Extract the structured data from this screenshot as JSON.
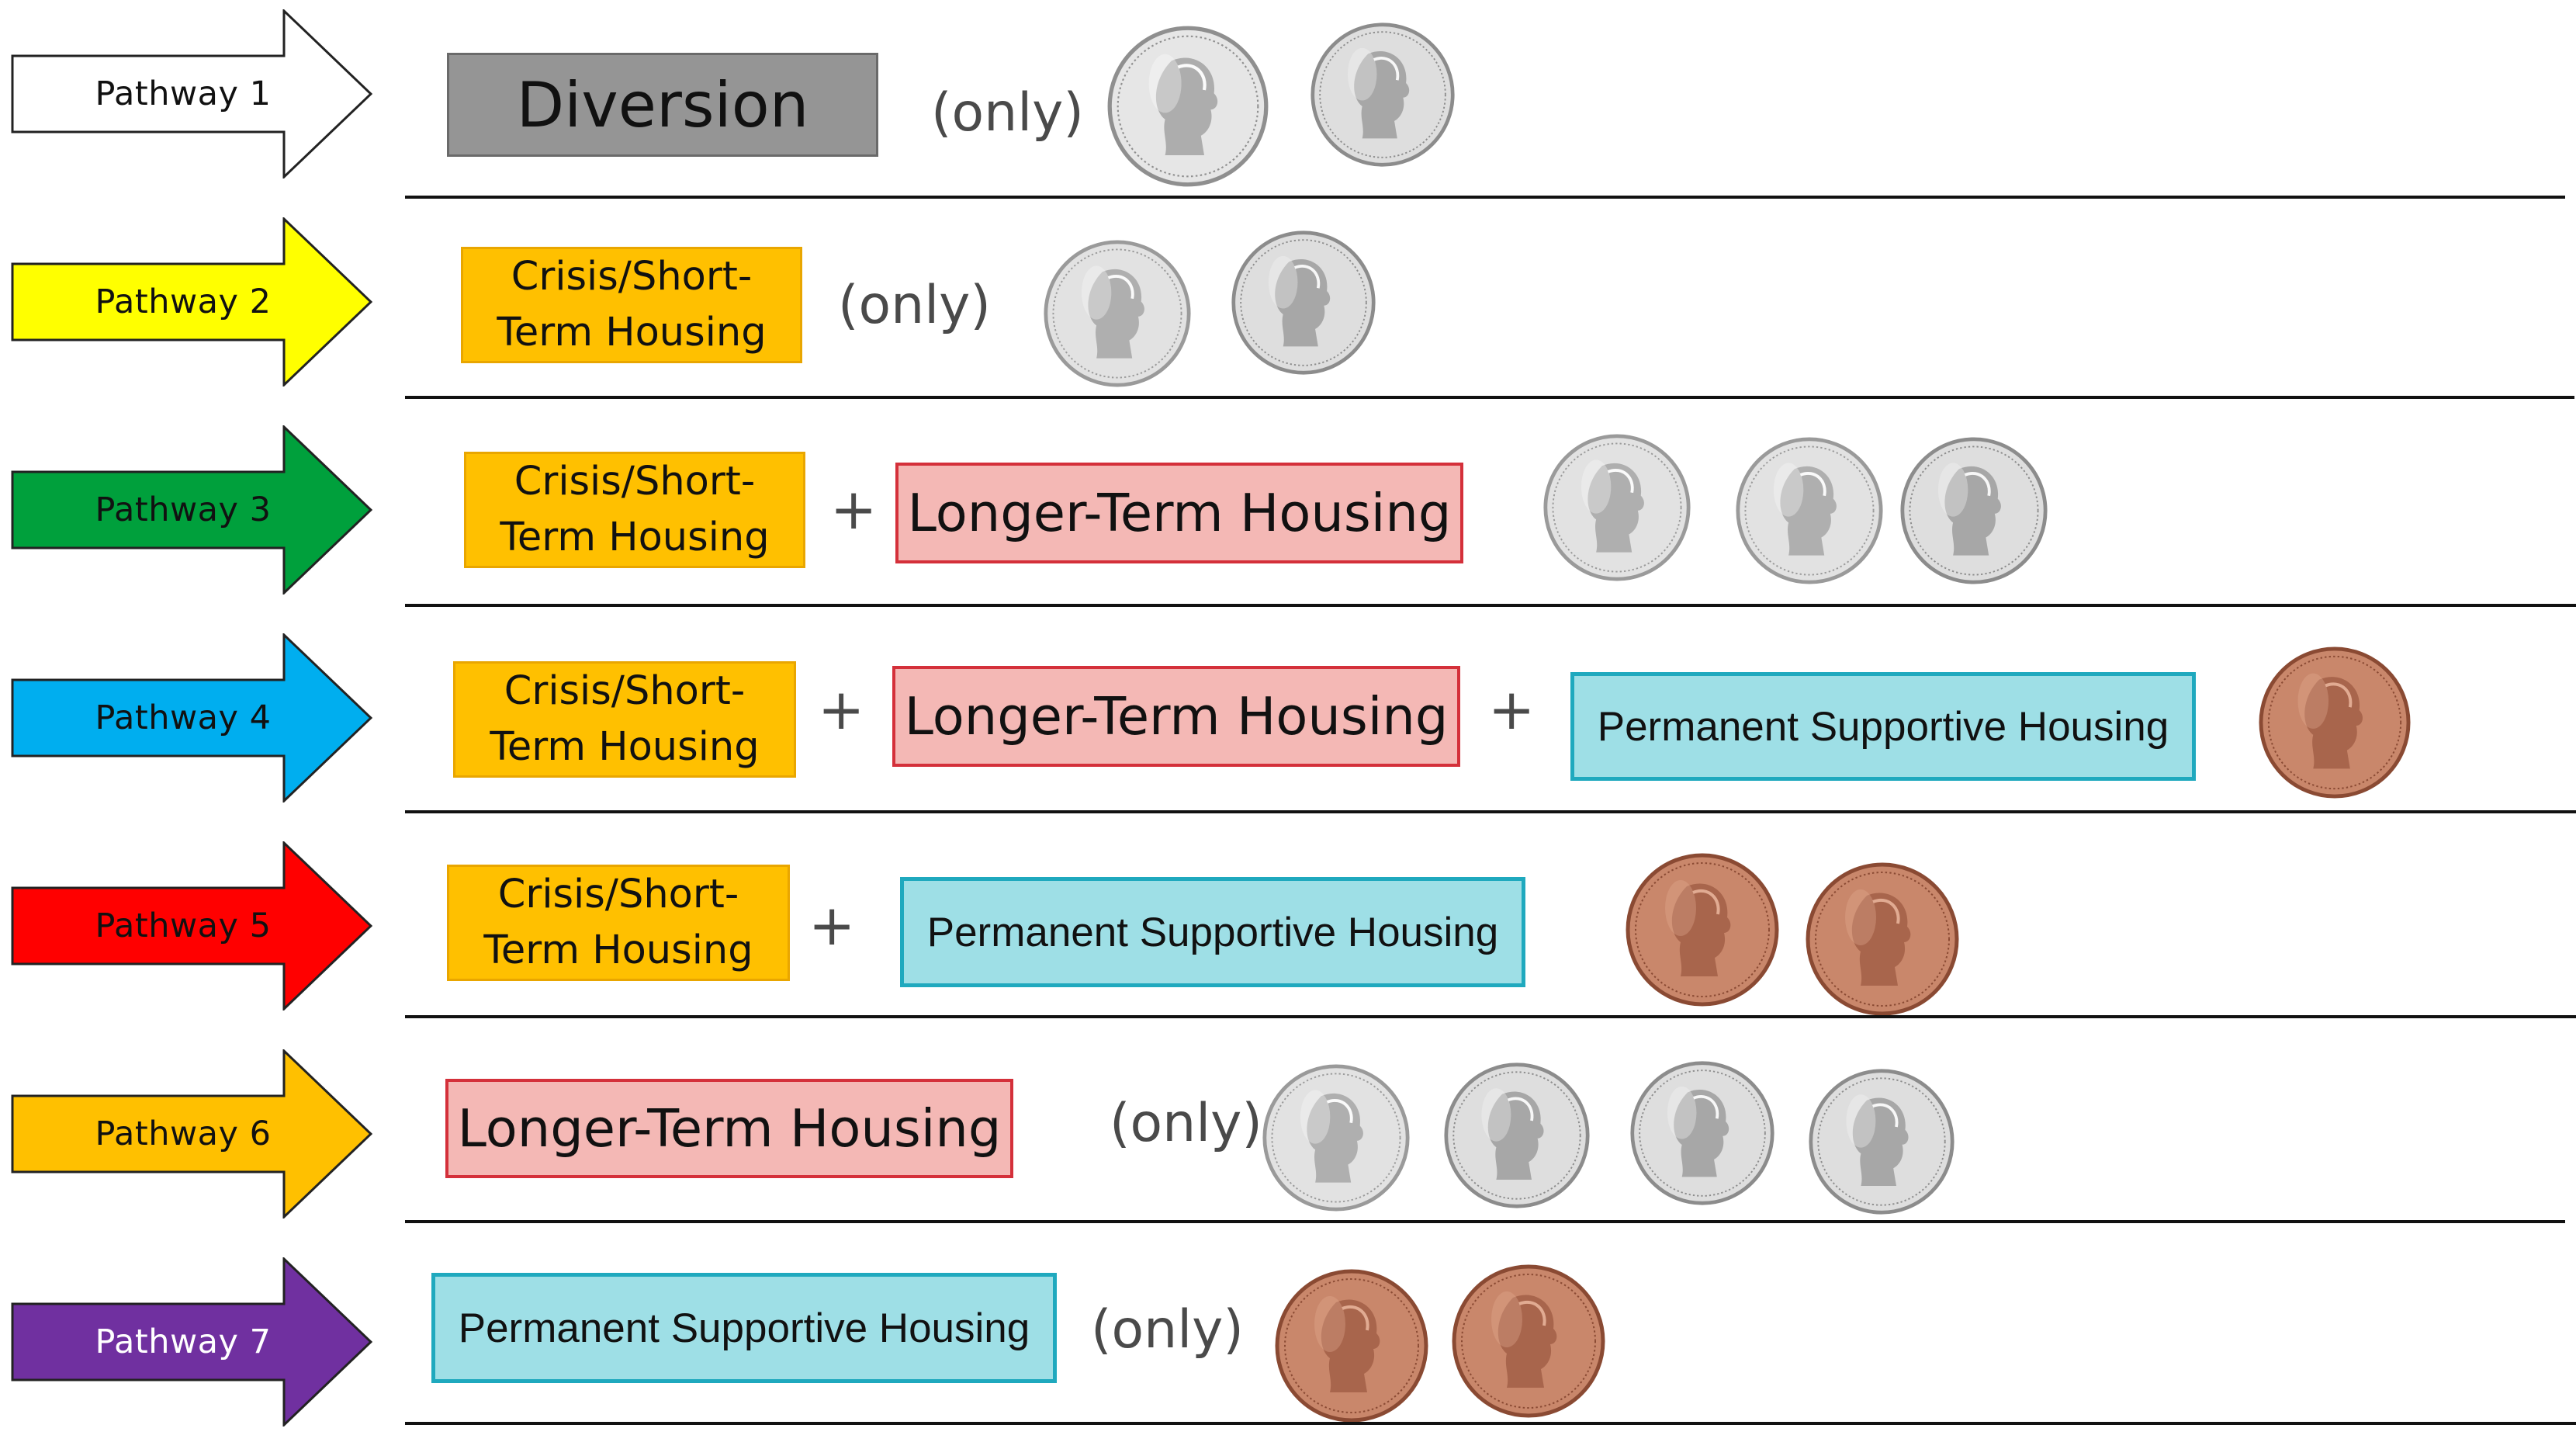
{
  "pathways": [
    {
      "label": "Pathway 1",
      "color": "#ffffff",
      "text_color": "#111111",
      "items": [
        {
          "kind": "box",
          "style": "gray",
          "text": "Diversion"
        },
        {
          "kind": "only",
          "text": "(only)"
        }
      ],
      "coins": [
        "quarter",
        "nickel"
      ]
    },
    {
      "label": "Pathway 2",
      "color": "#ffff00",
      "text_color": "#111111",
      "items": [
        {
          "kind": "box",
          "style": "orange",
          "text": "Crisis/Short-\nTerm Housing"
        },
        {
          "kind": "only",
          "text": "(only)"
        }
      ],
      "coins": [
        "dime",
        "nickel"
      ]
    },
    {
      "label": "Pathway 3",
      "color": "#00a03c",
      "text_color": "#111111",
      "items": [
        {
          "kind": "box",
          "style": "orange",
          "text": "Crisis/Short-\nTerm Housing"
        },
        {
          "kind": "plus",
          "text": "+"
        },
        {
          "kind": "box",
          "style": "pink",
          "text": "Longer-Term Housing"
        }
      ],
      "coins": [
        "dime",
        "dime",
        "nickel"
      ]
    },
    {
      "label": "Pathway 4",
      "color": "#00aeef",
      "text_color": "#111111",
      "items": [
        {
          "kind": "box",
          "style": "orange",
          "text": "Crisis/Short-\nTerm Housing"
        },
        {
          "kind": "plus",
          "text": "+"
        },
        {
          "kind": "box",
          "style": "pink",
          "text": "Longer-Term Housing"
        },
        {
          "kind": "plus",
          "text": "+"
        },
        {
          "kind": "box",
          "style": "cyan",
          "text": "Permanent Supportive Housing"
        }
      ],
      "coins": [
        "penny"
      ]
    },
    {
      "label": "Pathway 5",
      "color": "#ff0000",
      "text_color": "#111111",
      "items": [
        {
          "kind": "box",
          "style": "orange",
          "text": "Crisis/Short-\nTerm Housing"
        },
        {
          "kind": "plus",
          "text": "+"
        },
        {
          "kind": "box",
          "style": "cyan",
          "text": "Permanent Supportive Housing"
        }
      ],
      "coins": [
        "penny",
        "penny"
      ]
    },
    {
      "label": "Pathway 6",
      "color": "#ffc000",
      "text_color": "#111111",
      "items": [
        {
          "kind": "box",
          "style": "pink",
          "text": "Longer-Term Housing"
        },
        {
          "kind": "only",
          "text": "(only)"
        }
      ],
      "coins": [
        "dime",
        "nickel",
        "nickel",
        "nickel"
      ]
    },
    {
      "label": "Pathway 7",
      "color": "#7030a0",
      "text_color": "#ffffff",
      "items": [
        {
          "kind": "box",
          "style": "cyan",
          "text": "Permanent Supportive Housing"
        },
        {
          "kind": "only",
          "text": "(only)"
        }
      ],
      "coins": [
        "penny",
        "penny"
      ]
    }
  ]
}
